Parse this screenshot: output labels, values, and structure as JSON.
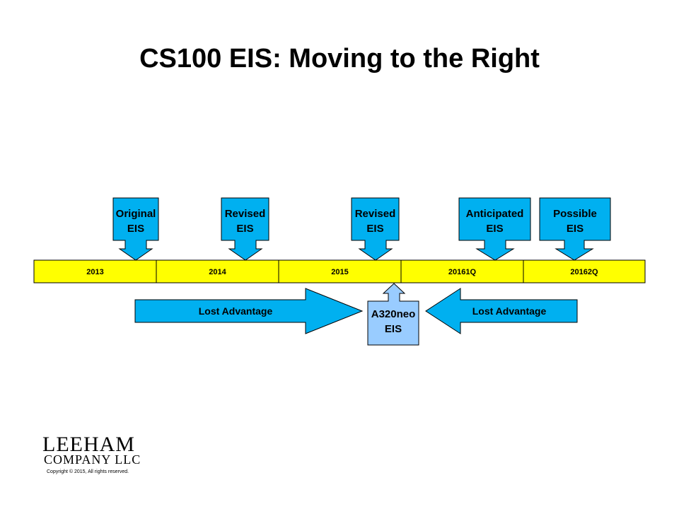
{
  "title": "CS100 EIS: Moving to the Right",
  "colors": {
    "callout_fill": "#00b0f0",
    "center_fill": "#99ccff",
    "timeline_fill": "#ffff00",
    "outline": "#000000"
  },
  "timeline": [
    "2013",
    "2014",
    "2015",
    "20161Q",
    "20162Q"
  ],
  "callouts": [
    {
      "line1": "Original",
      "line2": "EIS"
    },
    {
      "line1": "Revised",
      "line2": "EIS"
    },
    {
      "line1": "Revised",
      "line2": "EIS"
    },
    {
      "line1": "Anticipated",
      "line2": "EIS"
    },
    {
      "line1": "Possible",
      "line2": "EIS"
    }
  ],
  "center_callout": {
    "line1": "A320neo",
    "line2": "EIS"
  },
  "arrows": {
    "left_label": "Lost Advantage",
    "right_label": "Lost Advantage"
  },
  "logo": {
    "line1": "LEEHAM",
    "line2": "COMPANY LLC",
    "copyright": "Copyright © 2015, All rights reserved."
  }
}
